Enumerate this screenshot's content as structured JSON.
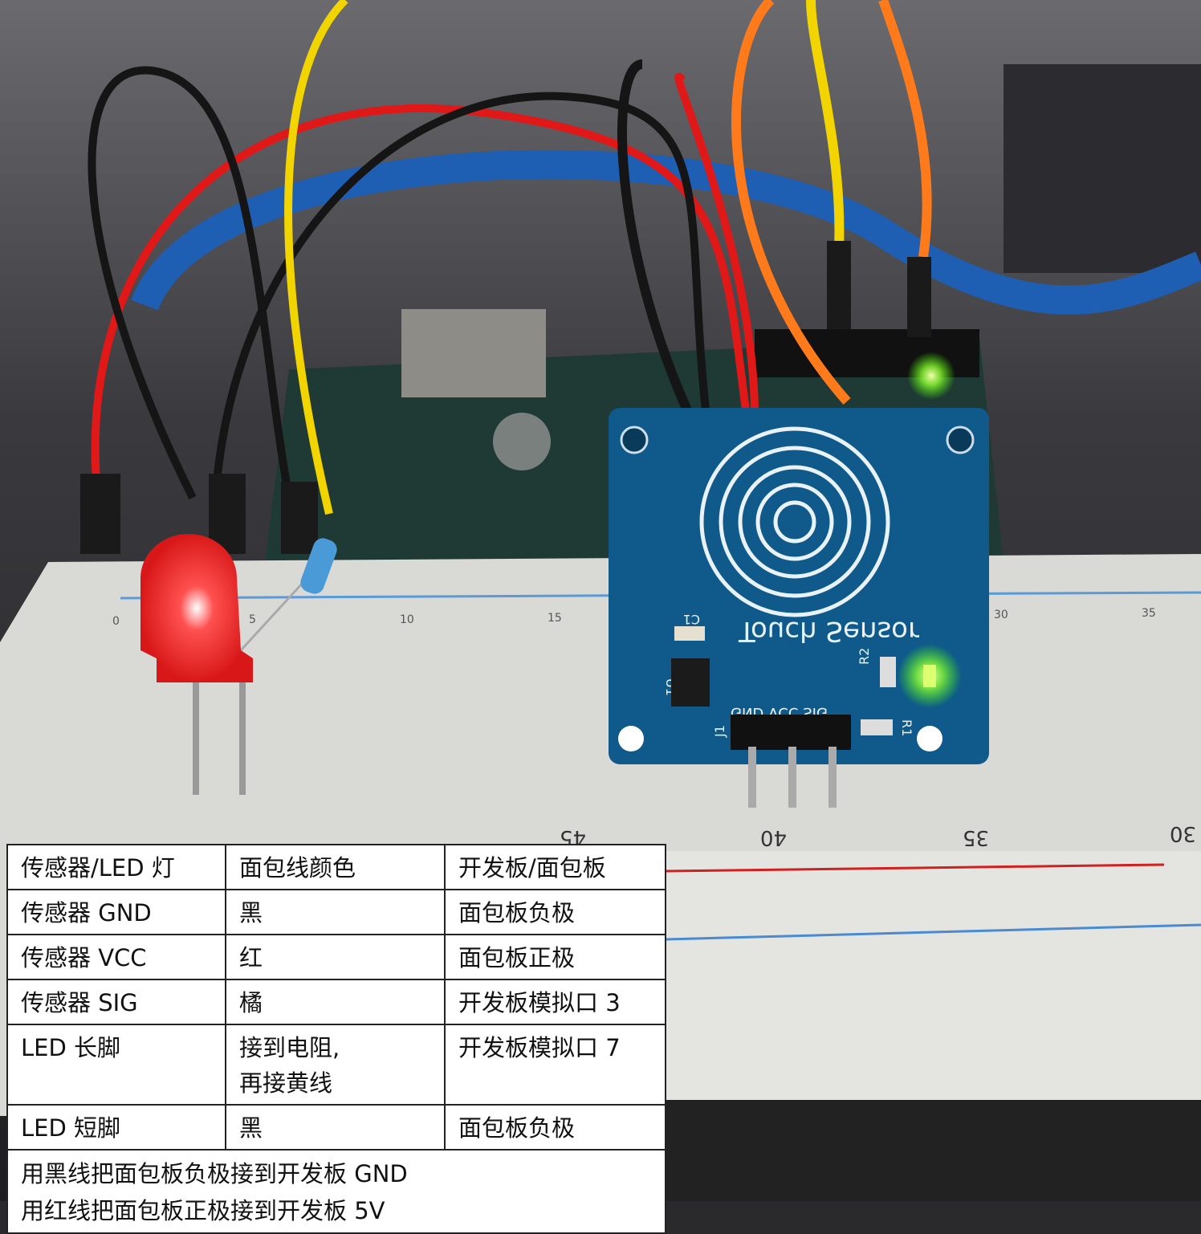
{
  "photo": {
    "pcb_label": "Touch Sensor",
    "pin_labels": "GND VCC SIG",
    "component_labels": [
      "C1",
      "U1",
      "R2",
      "R1",
      "J1"
    ],
    "breadboard_top_numbers": [
      "0",
      "5",
      "10",
      "15",
      "30",
      "35"
    ],
    "breadboard_bottom_numbers": [
      "45",
      "40",
      "35",
      "30"
    ],
    "colors": {
      "pcb": "#0f5a8a",
      "led": "#ff2a2a",
      "status_led": "#b6ff3a",
      "wire_red": "#e01818",
      "wire_yellow": "#f2d400",
      "wire_orange": "#ff7a1a",
      "wire_black": "#151515"
    }
  },
  "table": {
    "header": [
      "传感器/LED 灯",
      "面包线颜色",
      "开发板/面包板"
    ],
    "rows": [
      [
        "传感器 GND",
        "黑",
        "面包板负极"
      ],
      [
        "传感器 VCC",
        "红",
        "面包板正极"
      ],
      [
        "传感器 SIG",
        "橘",
        "开发板模拟口 3"
      ],
      [
        [
          "LED 长脚"
        ],
        [
          "接到电阻,",
          "再接黄线"
        ],
        [
          "开发板模拟口 7"
        ]
      ],
      [
        "LED 短脚",
        "黑",
        "面包板负极"
      ]
    ],
    "notes": [
      "用黑线把面包板负极接到开发板 GND",
      "用红线把面包板正极接到开发板 5V"
    ]
  }
}
